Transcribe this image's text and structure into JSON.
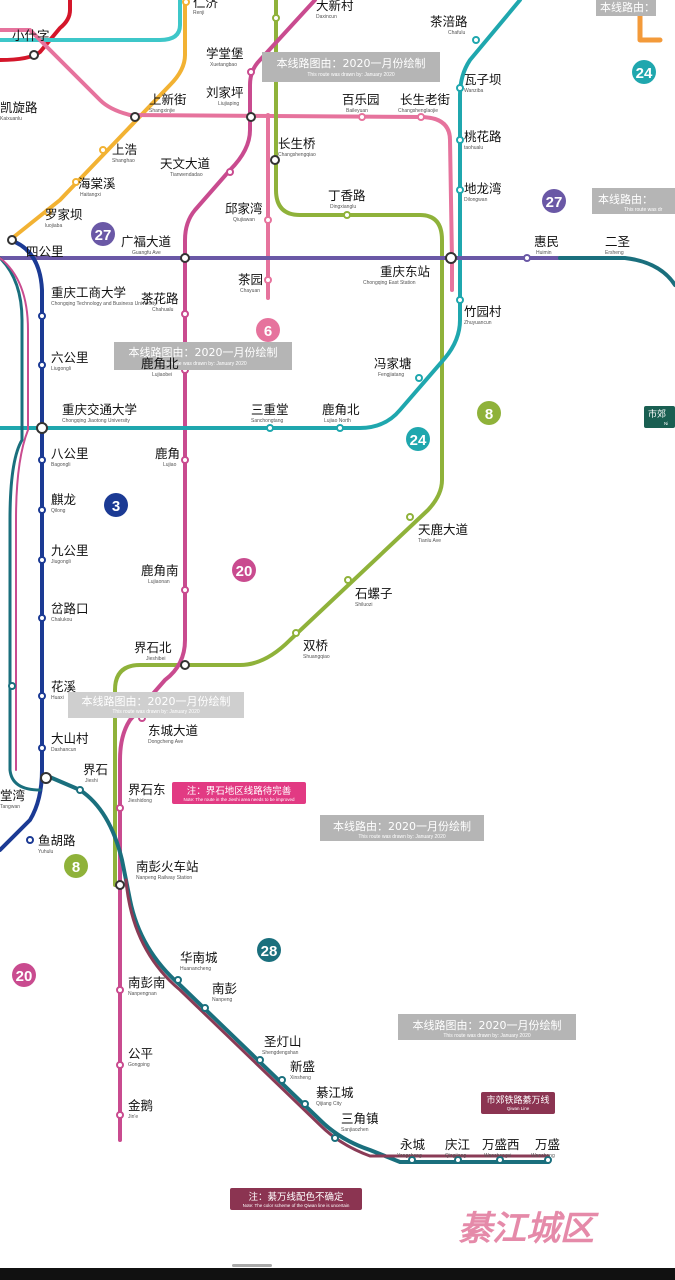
{
  "district_label": "綦江城区",
  "colors": {
    "line3": "#1b3a94",
    "line6": "#e6739d",
    "line8": "#8fb23a",
    "line20": "#c94b8f",
    "line24": "#1fa7ae",
    "line27": "#6a58a6",
    "line28": "#1a6f7d",
    "line_qiwan": "#8a3b56",
    "yellow_line": "#f2b233",
    "cyan_line": "#3ec7c9",
    "red_line": "#d4162a",
    "orange": "#f39a3a",
    "note_bg": "#b5b5b5",
    "note_pink": "#e23a83",
    "note_maroon": "#8b3451"
  },
  "line_badges": [
    {
      "label": "6",
      "color": "#e6739d"
    },
    {
      "label": "8",
      "color": "#8fb23a"
    },
    {
      "label": "24",
      "color": "#1fa7ae"
    },
    {
      "label": "27",
      "color": "#6a58a6"
    },
    {
      "label": "27",
      "color": "#6a58a6"
    },
    {
      "label": "3",
      "color": "#1b3a94"
    },
    {
      "label": "20",
      "color": "#c94b8f"
    },
    {
      "label": "24",
      "color": "#1fa7ae"
    },
    {
      "label": "8",
      "color": "#8fb23a"
    },
    {
      "label": "28",
      "color": "#1a6f7d"
    },
    {
      "label": "20",
      "color": "#c94b8f"
    }
  ],
  "notes": [
    {
      "cn": "本线路图由：2020一月份绘制",
      "en": "This route was drawn by: January 2020"
    },
    {
      "cn": "本线路图由：2020一月份绘制",
      "en": "This route was drawn by: January 2020"
    },
    {
      "cn": "本线路图由：2020一月份绘制",
      "en": "This route was drawn by: January 2020"
    },
    {
      "cn": "本线路由：2020一月份绘制",
      "en": "This route was drawn by: January 2020"
    },
    {
      "cn": "本线路图由：2020一月份绘制",
      "en": "This route was drawn by: January 2020"
    },
    {
      "cn": "本线路由：",
      "en": "This route was dr"
    },
    {
      "cn": "本线路由：",
      "en": ""
    }
  ],
  "special_notes": [
    {
      "cn": "注：界石地区线路待完善",
      "en": "Note: The route in the Jieshi area needs to be improved"
    },
    {
      "cn": "注：綦万线配色不确定",
      "en": "Note: The color scheme of the Qiwan line is uncertain"
    },
    {
      "cn": "市郊铁路綦万线",
      "en": "Qiwan Line"
    },
    {
      "cn": "市郊",
      "en": "Ni"
    }
  ],
  "stations": [
    {
      "cn": "仁济",
      "en": "Renji"
    },
    {
      "cn": "大新村",
      "en": "Daxincun"
    },
    {
      "cn": "茶涪路",
      "en": "Chafulu"
    },
    {
      "cn": "小什字",
      "en": ""
    },
    {
      "cn": "学堂堡",
      "en": "Xuetangbao"
    },
    {
      "cn": "刘家坪",
      "en": "Liujiaping"
    },
    {
      "cn": "瓦子坝",
      "en": "Wanziba"
    },
    {
      "cn": "凯旋路",
      "en": "Kaixuanlu"
    },
    {
      "cn": "上新街",
      "en": "Shangxinjie"
    },
    {
      "cn": "百乐园",
      "en": "Baileyuan"
    },
    {
      "cn": "长生老街",
      "en": "Changshenglaojie"
    },
    {
      "cn": "桃花路",
      "en": "taohualu"
    },
    {
      "cn": "上浩",
      "en": "Shanghao"
    },
    {
      "cn": "天文大道",
      "en": "Tianwendadao"
    },
    {
      "cn": "长生桥",
      "en": "Changshengqiao"
    },
    {
      "cn": "海棠溪",
      "en": "Haitangxi"
    },
    {
      "cn": "丁香路",
      "en": "Dingxianglu"
    },
    {
      "cn": "地龙湾",
      "en": "Dilongwan"
    },
    {
      "cn": "邱家湾",
      "en": "Qiujiawan"
    },
    {
      "cn": "罗家坝",
      "en": "luojiaba"
    },
    {
      "cn": "四公里",
      "en": ""
    },
    {
      "cn": "广福大道",
      "en": "Guangfu Ave"
    },
    {
      "cn": "惠民",
      "en": "Huimin"
    },
    {
      "cn": "二圣",
      "en": "Ersheng"
    },
    {
      "cn": "茶园",
      "en": "Chayuan"
    },
    {
      "cn": "重庆东站",
      "en": "Chongqing East Station"
    },
    {
      "cn": "重庆工商大学",
      "en": "Chongqing Technology and Business University"
    },
    {
      "cn": "茶花路",
      "en": "Chahualu"
    },
    {
      "cn": "竹园村",
      "en": "Zhuyuancun"
    },
    {
      "cn": "六公里",
      "en": "Liugongli"
    },
    {
      "cn": "鹿角北",
      "en": "Lujiaobei"
    },
    {
      "cn": "冯家塘",
      "en": "Fengjiatang"
    },
    {
      "cn": "重庆交通大学",
      "en": "Chongqing Jiaotong University"
    },
    {
      "cn": "三重堂",
      "en": "Sanchongtang"
    },
    {
      "cn": "鹿角北",
      "en": "Lujiao North"
    },
    {
      "cn": "八公里",
      "en": "Bagongli"
    },
    {
      "cn": "鹿角",
      "en": "Lujiao"
    },
    {
      "cn": "麒龙",
      "en": "Qilong"
    },
    {
      "cn": "天鹿大道",
      "en": "Tianlu Ave"
    },
    {
      "cn": "九公里",
      "en": "Jiugongli"
    },
    {
      "cn": "鹿角南",
      "en": "Lujiaonan"
    },
    {
      "cn": "石螺子",
      "en": "Shiluozi"
    },
    {
      "cn": "岔路口",
      "en": "Chalukou"
    },
    {
      "cn": "双桥",
      "en": "Shuangqiao"
    },
    {
      "cn": "界石北",
      "en": "Jieshibei"
    },
    {
      "cn": "花溪",
      "en": "Huaxi"
    },
    {
      "cn": "东城大道",
      "en": "Dongcheng Ave"
    },
    {
      "cn": "大山村",
      "en": "Dashancun"
    },
    {
      "cn": "界石",
      "en": "Jieshi"
    },
    {
      "cn": "堂湾",
      "en": "Tangwan"
    },
    {
      "cn": "界石东",
      "en": "Jieshidong"
    },
    {
      "cn": "鱼胡路",
      "en": "Yuhulu"
    },
    {
      "cn": "南彭火车站",
      "en": "Nanpeng Railway Station"
    },
    {
      "cn": "华南城",
      "en": "Huanancheng"
    },
    {
      "cn": "南彭南",
      "en": "Nanpengnan"
    },
    {
      "cn": "南彭",
      "en": "Nanpeng"
    },
    {
      "cn": "圣灯山",
      "en": "Shengdengshan"
    },
    {
      "cn": "公平",
      "en": "Gongping"
    },
    {
      "cn": "新盛",
      "en": "Xinsheng"
    },
    {
      "cn": "綦江城",
      "en": "Qijiang City"
    },
    {
      "cn": "金鹅",
      "en": "Jin'e"
    },
    {
      "cn": "三角镇",
      "en": "Sanjiaozhen"
    },
    {
      "cn": "永城",
      "en": "Yongcheng"
    },
    {
      "cn": "庆江",
      "en": "Qingjiang"
    },
    {
      "cn": "万盛西",
      "en": "Wanshengxi"
    },
    {
      "cn": "万盛",
      "en": "Wansheng"
    }
  ]
}
